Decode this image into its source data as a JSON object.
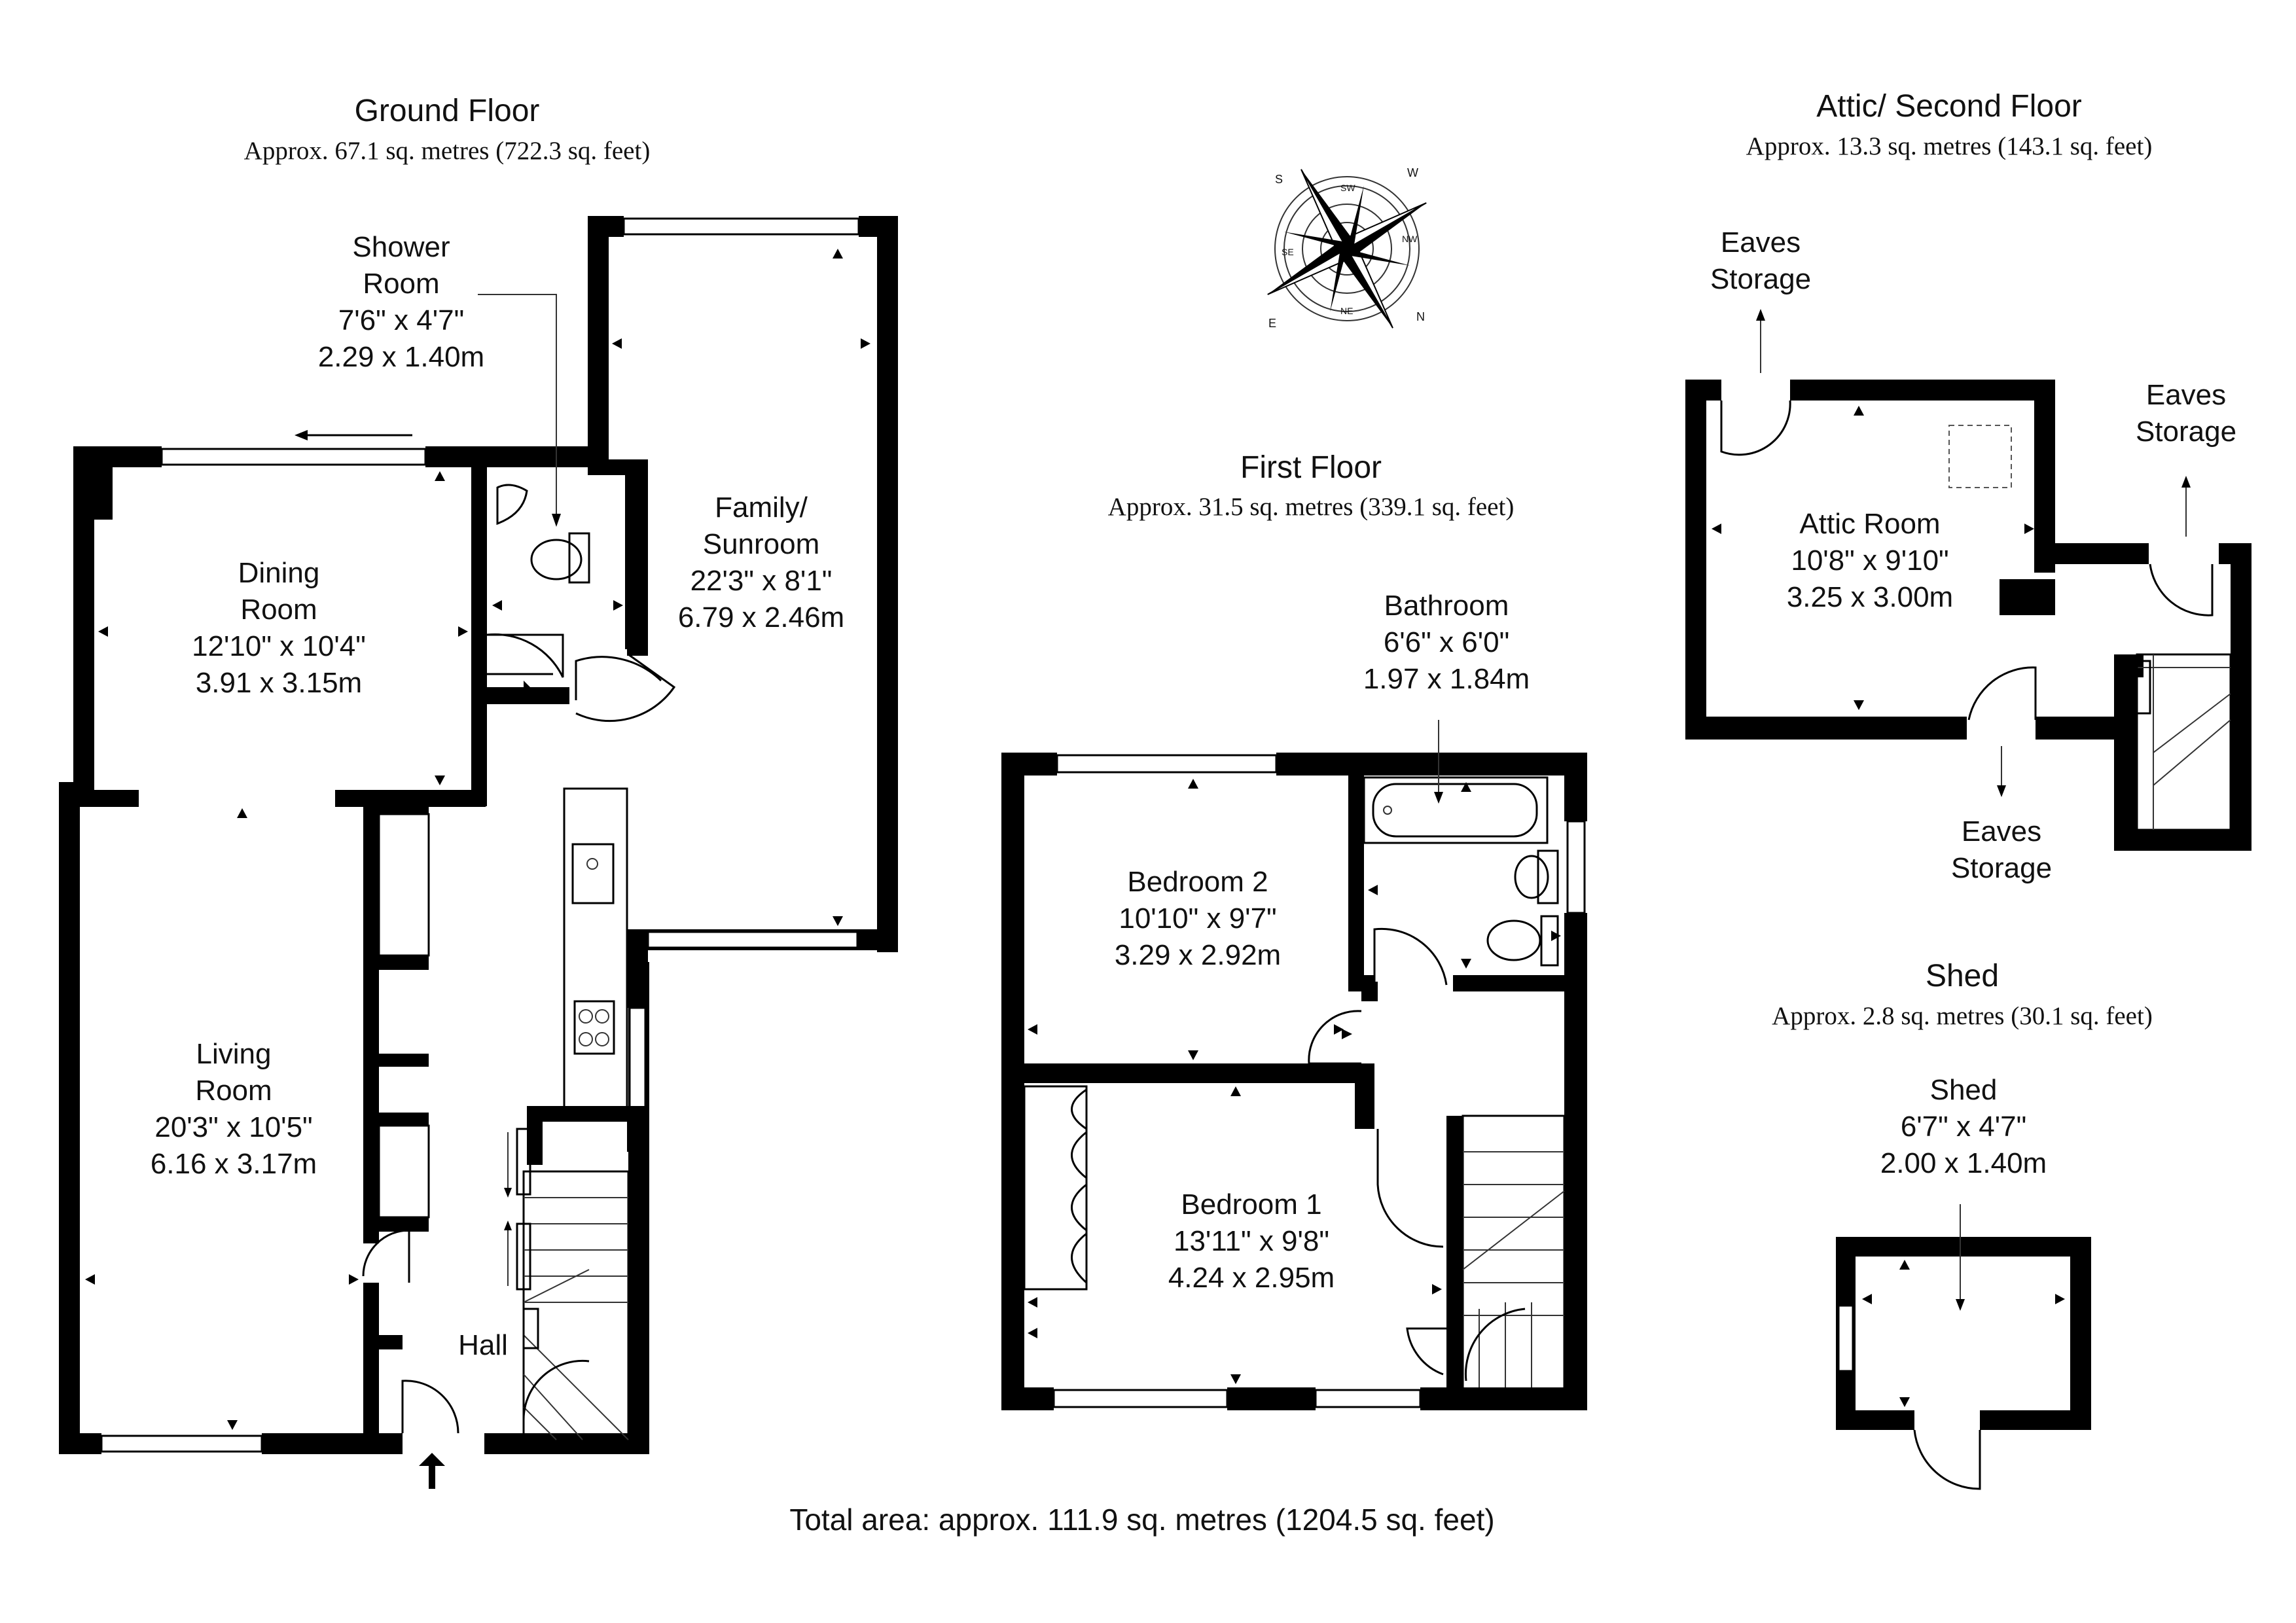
{
  "floors": {
    "ground": {
      "title": "Ground Floor",
      "area": "Approx. 67.1 sq. metres (722.3 sq. feet)"
    },
    "first": {
      "title": "First Floor",
      "area": "Approx. 31.5 sq. metres (339.1 sq. feet)"
    },
    "attic": {
      "title": "Attic/ Second Floor",
      "area": "Approx. 13.3 sq. metres (143.1 sq. feet)"
    },
    "shed": {
      "title": "Shed",
      "area": "Approx. 2.8 sq. metres (30.1 sq. feet)"
    }
  },
  "rooms": {
    "shower": {
      "line1": "Shower",
      "line2": "Room",
      "imperial": "7'6\" x 4'7\"",
      "metric": "2.29 x 1.40m"
    },
    "family": {
      "line1": "Family/",
      "line2": "Sunroom",
      "imperial": "22'3\" x 8'1\"",
      "metric": "6.79 x 2.46m"
    },
    "dining": {
      "line1": "Dining",
      "line2": "Room",
      "imperial": "12'10\" x 10'4\"",
      "metric": "3.91 x 3.15m"
    },
    "living": {
      "line1": "Living",
      "line2": "Room",
      "imperial": "20'3\" x 10'5\"",
      "metric": "6.16 x 3.17m"
    },
    "hall": {
      "name": "Hall"
    },
    "bathroom": {
      "name": "Bathroom",
      "imperial": "6'6\" x 6'0\"",
      "metric": "1.97 x 1.84m"
    },
    "bedroom2": {
      "name": "Bedroom 2",
      "imperial": "10'10\" x 9'7\"",
      "metric": "3.29 x 2.92m"
    },
    "bedroom1": {
      "name": "Bedroom 1",
      "imperial": "13'11\" x 9'8\"",
      "metric": "4.24 x 2.95m"
    },
    "attic_room": {
      "name": "Attic Room",
      "imperial": "10'8\" x 9'10\"",
      "metric": "3.25 x 3.00m"
    },
    "shed_room": {
      "name": "Shed",
      "imperial": "6'7\" x 4'7\"",
      "metric": "2.00 x 1.40m"
    }
  },
  "eaves": {
    "left": {
      "line1": "Eaves",
      "line2": "Storage"
    },
    "right": {
      "line1": "Eaves",
      "line2": "Storage"
    },
    "bottom": {
      "line1": "Eaves",
      "line2": "Storage"
    }
  },
  "compass": {
    "labels": [
      "S",
      "SW",
      "W",
      "NW",
      "N",
      "NE",
      "E",
      "SE"
    ]
  },
  "total_area": "Total area: approx. 111.9 sq. metres (1204.5 sq. feet)"
}
